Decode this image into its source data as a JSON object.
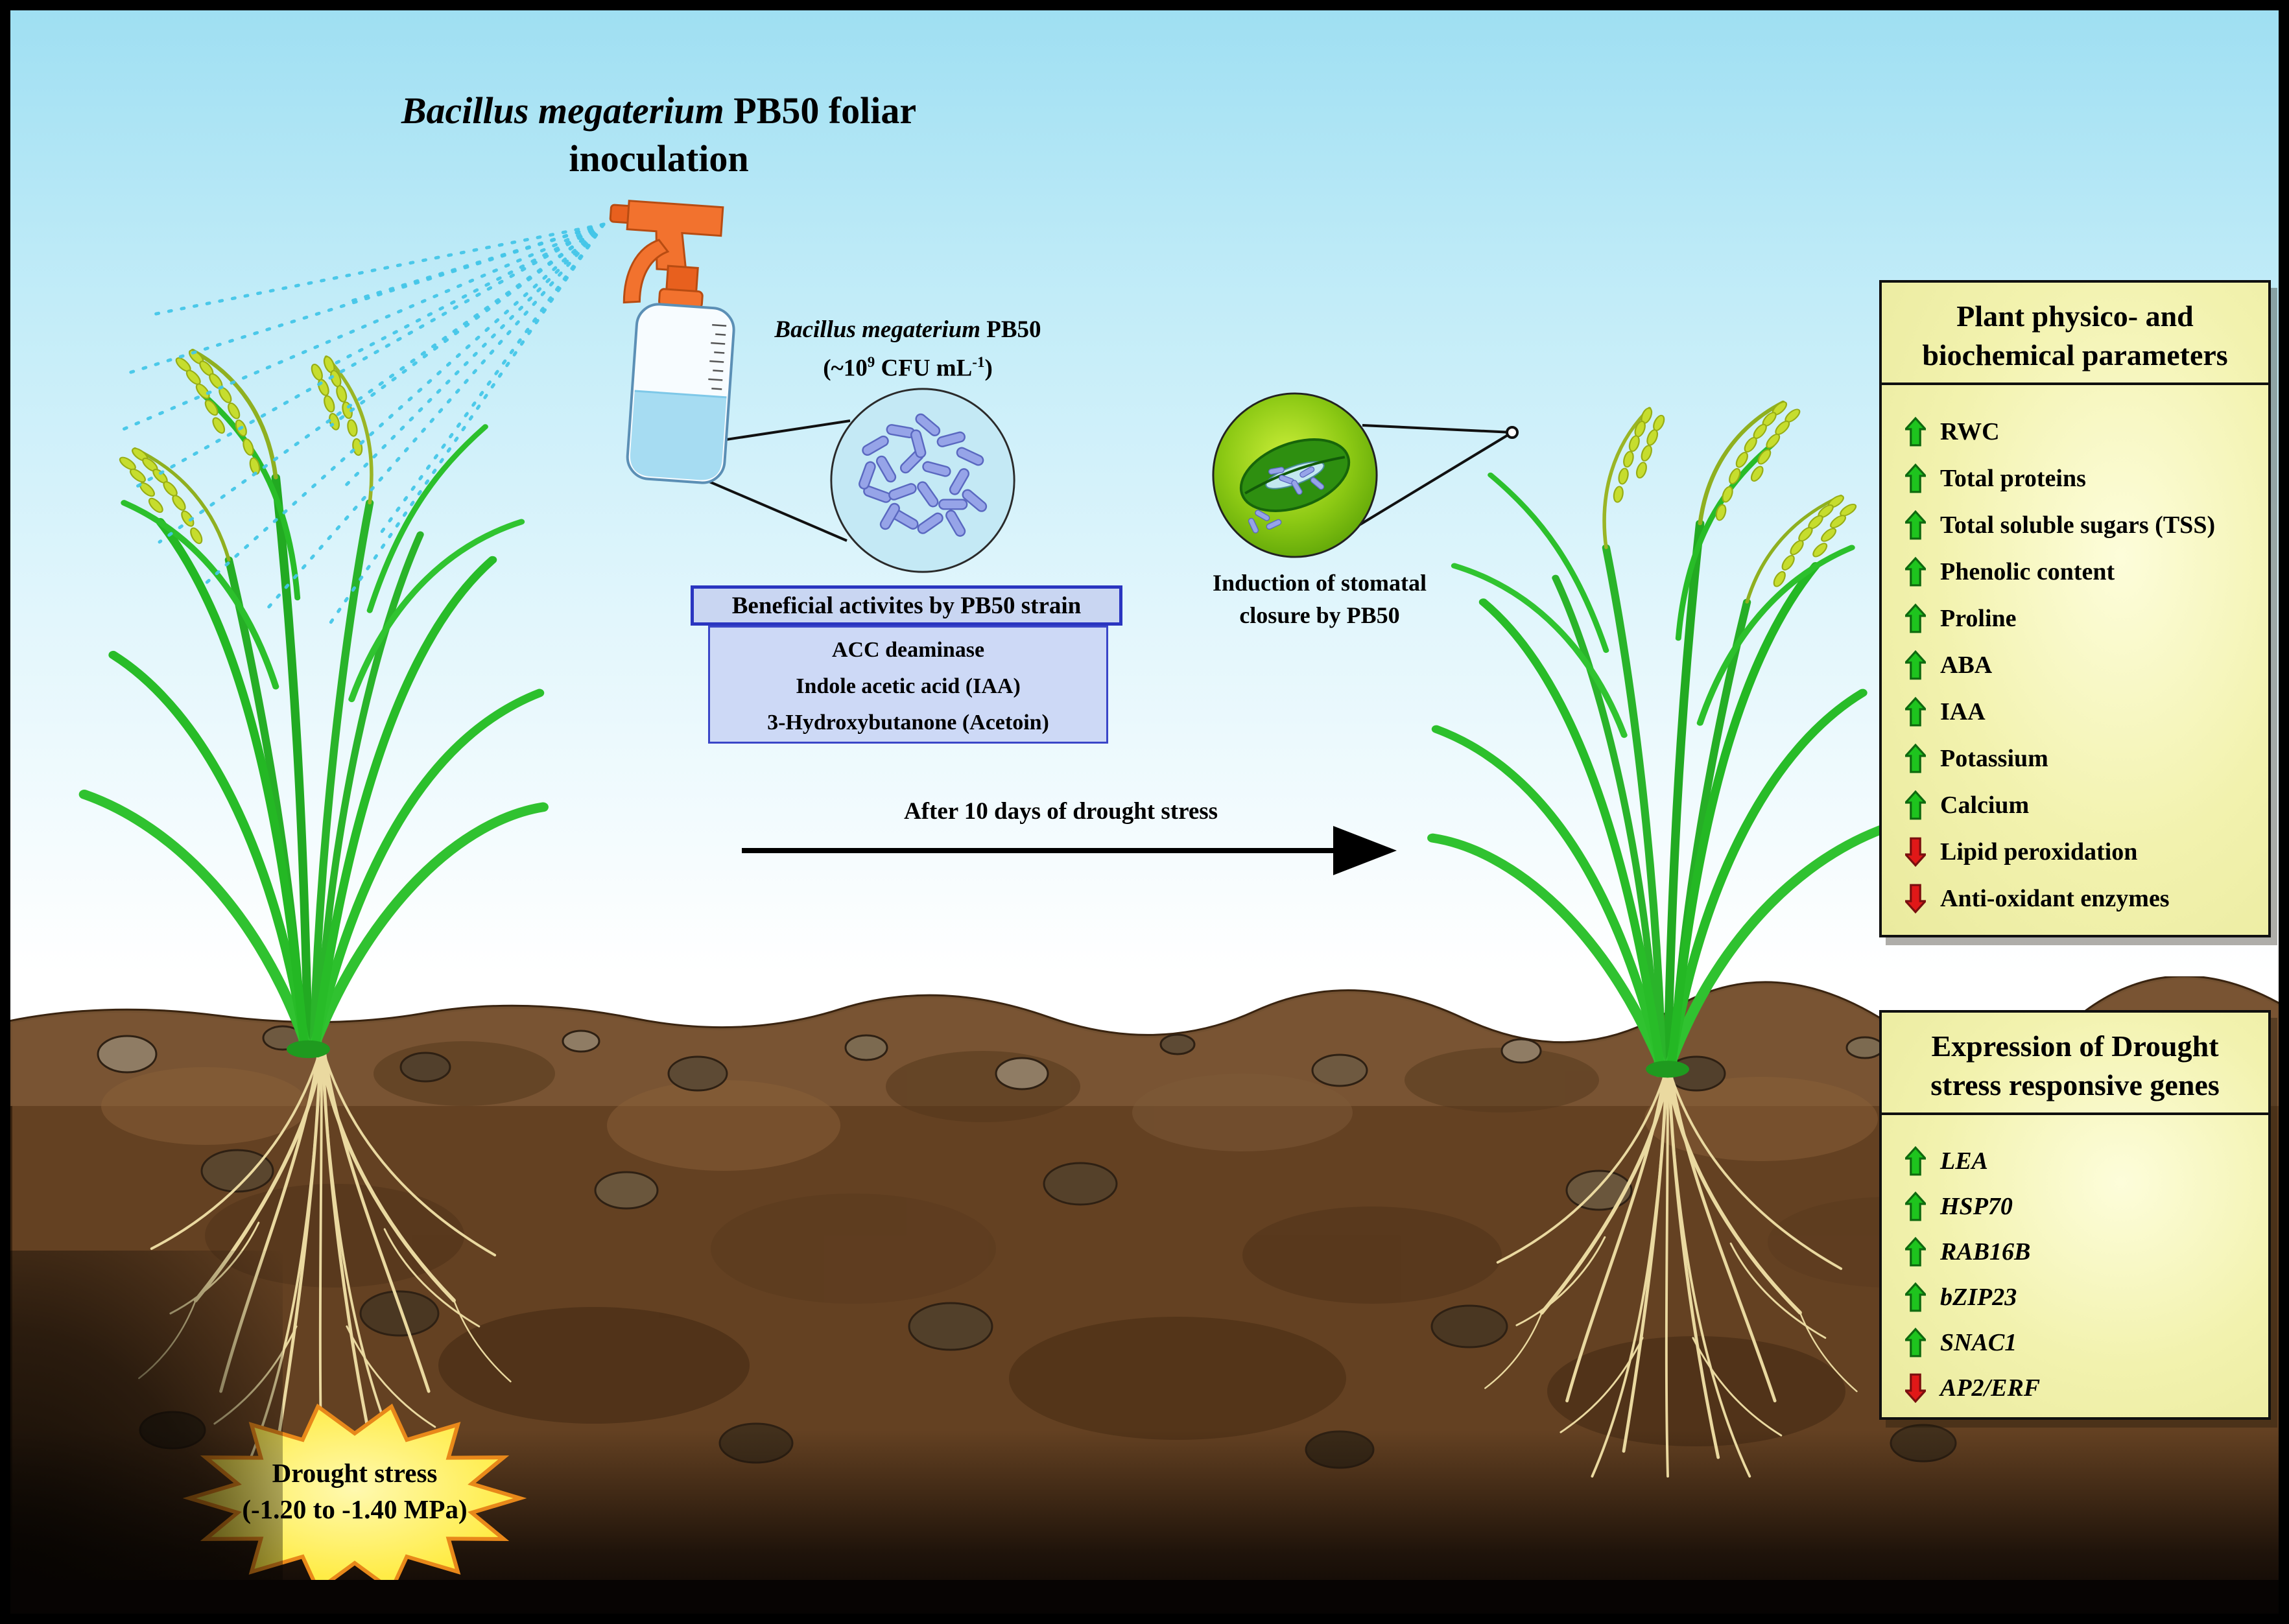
{
  "title": {
    "species": "Bacillus megaterium",
    "rest": " PB50 foliar",
    "line2": "inoculation"
  },
  "bottle_label": {
    "species": "Bacillus megaterium",
    "strain": " PB50",
    "conc_pre": "(~10",
    "conc_exp": "9",
    "conc_mid": " CFU mL",
    "conc_exp2": "-1",
    "conc_post": ")"
  },
  "beneficial": {
    "header": "Beneficial activites by PB50 strain",
    "items": [
      "ACC deaminase",
      "Indole acetic acid (IAA)",
      "3-Hydroxybutanone (Acetoin)"
    ]
  },
  "stomatal_label": {
    "line1": "Induction of stomatal",
    "line2": "closure by PB50"
  },
  "timeline_label": "After 10 days of drought stress",
  "panel_physico": {
    "title_line1": "Plant physico- and",
    "title_line2": "biochemical parameters",
    "items": [
      {
        "label": "RWC",
        "dir": "up"
      },
      {
        "label": "Total proteins",
        "dir": "up"
      },
      {
        "label": "Total soluble sugars (TSS)",
        "dir": "up"
      },
      {
        "label": "Phenolic content",
        "dir": "up"
      },
      {
        "label": "Proline",
        "dir": "up"
      },
      {
        "label": "ABA",
        "dir": "up"
      },
      {
        "label": "IAA",
        "dir": "up"
      },
      {
        "label": "Potassium",
        "dir": "up"
      },
      {
        "label": "Calcium",
        "dir": "up"
      },
      {
        "label": "Lipid peroxidation",
        "dir": "down"
      },
      {
        "label": "Anti-oxidant enzymes",
        "dir": "down"
      }
    ]
  },
  "panel_genes": {
    "title_line1": "Expression of Drought",
    "title_line2": "stress responsive genes",
    "items": [
      {
        "label": "LEA",
        "dir": "up"
      },
      {
        "label": "HSP70",
        "dir": "up"
      },
      {
        "label": "RAB16B",
        "dir": "up"
      },
      {
        "label": "bZIP23",
        "dir": "up"
      },
      {
        "label": "SNAC1",
        "dir": "up"
      },
      {
        "label": "AP2/ERF",
        "dir": "down"
      }
    ]
  },
  "drought_badge": {
    "line1": "Drought stress",
    "line2": "(-1.20 to -1.40 MPa)"
  },
  "colors": {
    "accent_green": "#1ec41e",
    "accent_red": "#e01818",
    "panel_bg": "#f2f2ae",
    "box_blue_border": "#2a35c0",
    "box_blue_fill": "#cdd9f6",
    "star_fill": "#ffe92e",
    "star_stroke": "#e8881a",
    "spray_color": "#45c6e8"
  }
}
